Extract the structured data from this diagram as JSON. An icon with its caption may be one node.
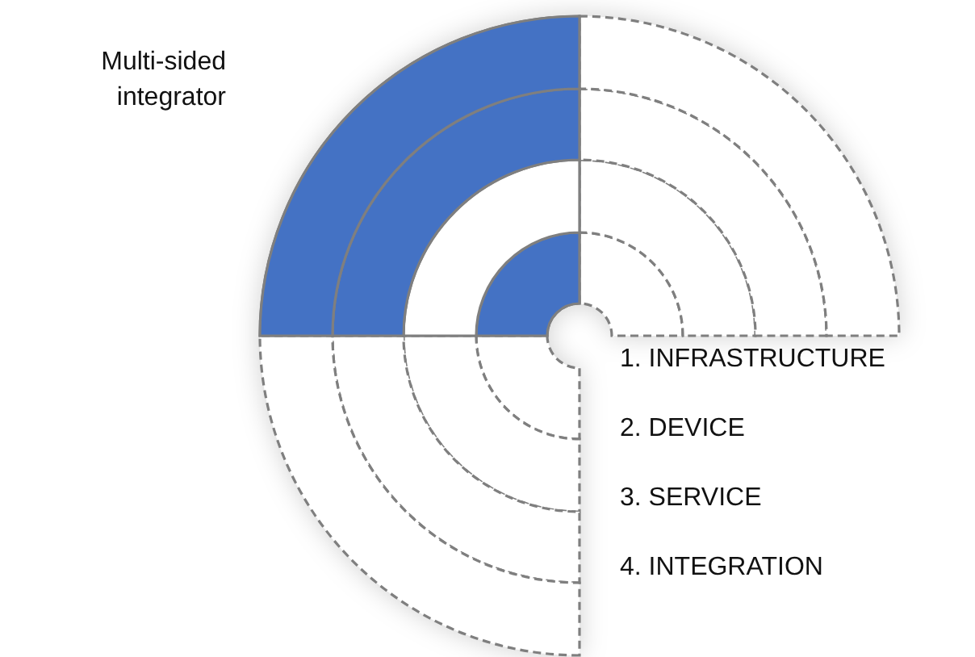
{
  "diagram": {
    "labels": [
      "Multi-sided integrator",
      "1. INFRASTRUCTURE",
      "2. DEVICE",
      "3. SERVICE",
      "4. INTEGRATION"
    ]
  }
}
